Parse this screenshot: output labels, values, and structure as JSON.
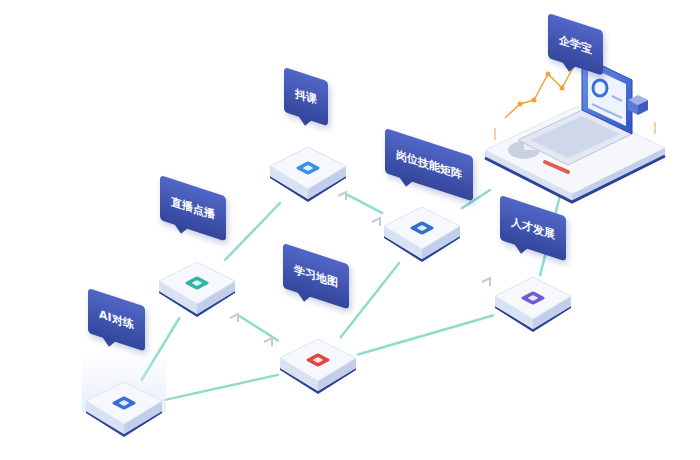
{
  "diagram": {
    "nodes": [
      {
        "text": [
          "企学宝"
        ]
      },
      {
        "text": [
          "抖课"
        ]
      },
      {
        "text": [
          "岗位技能矩阵"
        ]
      },
      {
        "text": [
          "直播点播"
        ]
      },
      {
        "text": [
          "人才发展"
        ]
      },
      {
        "text": [
          "学习地图"
        ]
      },
      {
        "text": [
          "AI对练"
        ]
      }
    ],
    "edges": [
      {
        "from": 6,
        "to": 3,
        "arrow": "none"
      },
      {
        "from": 6,
        "to": 5,
        "arrow": "none"
      },
      {
        "from": 3,
        "to": 1,
        "arrow": "none"
      },
      {
        "from": 3,
        "to": 5,
        "arrow": "none"
      },
      {
        "from": 1,
        "to": 2,
        "arrow": "none"
      },
      {
        "from": 2,
        "to": 0,
        "arrow": "none"
      },
      {
        "from": 5,
        "to": 2,
        "arrow": "none"
      },
      {
        "from": 5,
        "to": 4,
        "arrow": "none"
      },
      {
        "from": 4,
        "to": 0,
        "arrow": "none"
      }
    ]
  }
}
